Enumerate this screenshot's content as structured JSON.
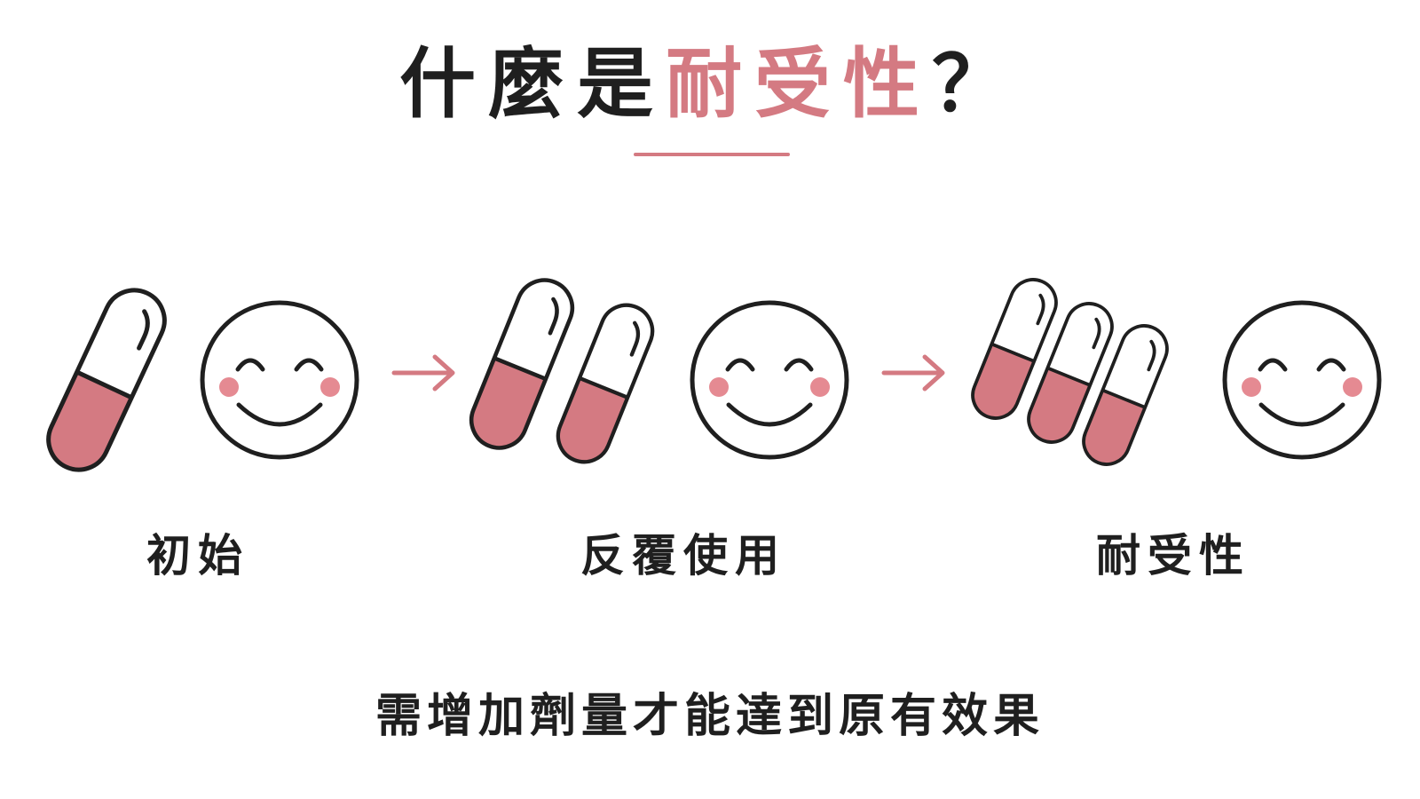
{
  "title": {
    "prefix": "什麼是",
    "highlight": "耐受性",
    "suffix": "？"
  },
  "stages": [
    {
      "label": "初始",
      "pills": 1,
      "mood": "smile"
    },
    {
      "label": "反覆使用",
      "pills": 2,
      "mood": "smile"
    },
    {
      "label": "耐受性",
      "pills": 3,
      "mood": "smile"
    }
  ],
  "footer": "需增加劑量才能達到原有效果",
  "colors": {
    "accent": "#d47a82",
    "ink": "#1f1f1f",
    "background": "#ffffff"
  },
  "icons": [
    "capsule-icon",
    "smiley-face-icon",
    "arrow-right-icon"
  ]
}
